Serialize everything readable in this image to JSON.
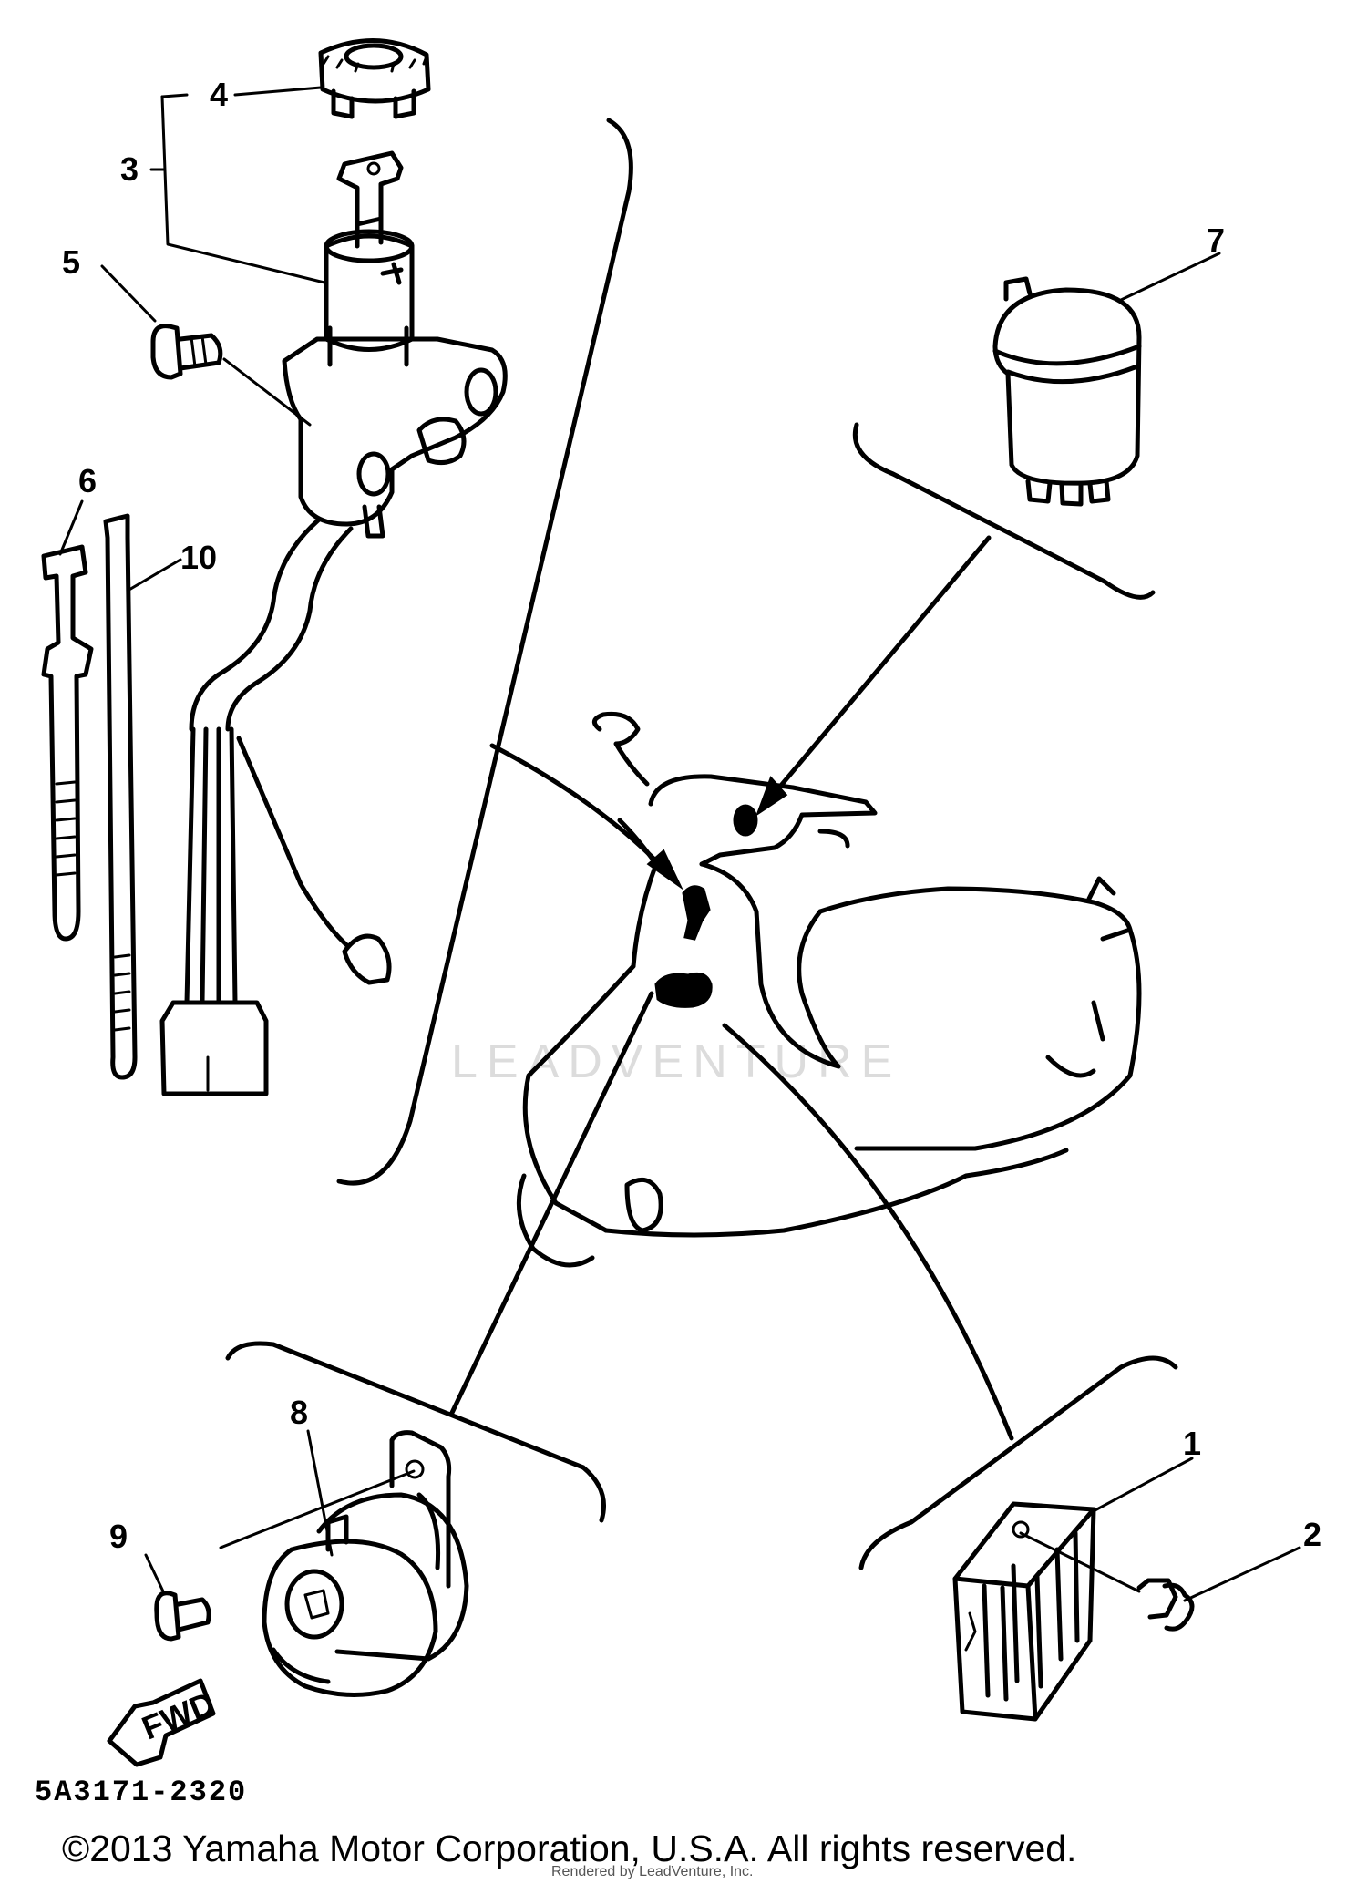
{
  "diagram": {
    "callouts": [
      "1",
      "2",
      "3",
      "4",
      "5",
      "6",
      "7",
      "8",
      "9",
      "10"
    ],
    "fwd_label": "FWD",
    "watermark": "LEADVENTURE",
    "figure_code": "5A3171-2320"
  },
  "footer": {
    "copyright": "©2013 Yamaha Motor Corporation, U.S.A. All rights reserved.",
    "rendered_by": "Rendered by LeadVenture, Inc."
  }
}
